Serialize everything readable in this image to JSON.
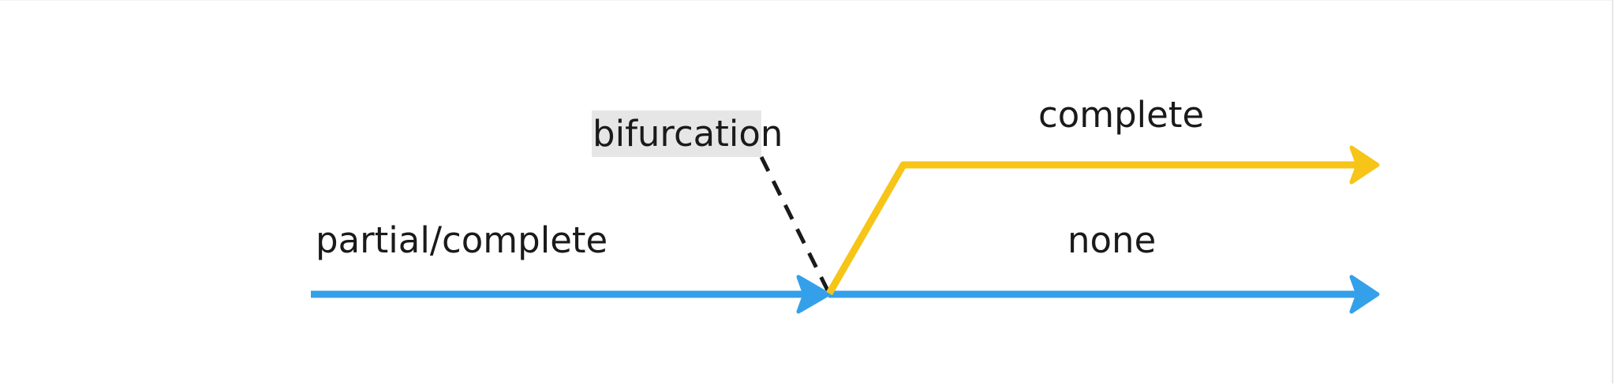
{
  "diagram": {
    "labels": {
      "bifurcation": "bifurcation",
      "partial_complete": "partial/complete",
      "complete": "complete",
      "none": "none"
    },
    "colors": {
      "blue": "#35a0ea",
      "yellow": "#f6c518",
      "dash": "#1a1a1a",
      "label_bg": "#e6e6e6",
      "text": "#1a1a1a"
    }
  }
}
